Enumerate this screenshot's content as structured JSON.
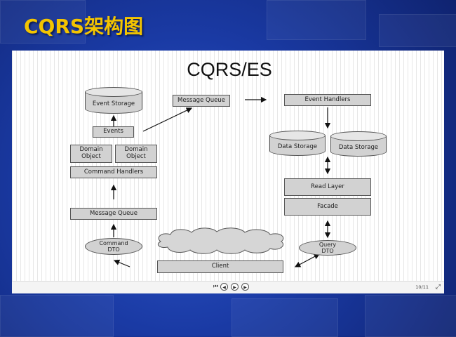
{
  "slide_title": "CQRS架构图",
  "diagram": {
    "title": "CQRS/ES",
    "event_storage": "Event Storage",
    "events": "Events",
    "domain_object_1": "Domain\nObject",
    "domain_object_2": "Domain\nObject",
    "command_handlers": "Command Handlers",
    "message_queue_left": "Message Queue",
    "command_dto": "Command\nDTO",
    "message_queue_top": "Message Queue",
    "event_handlers": "Event Handlers",
    "data_storage_1": "Data Storage",
    "data_storage_2": "Data Storage",
    "read_layer": "Read Layer",
    "facade": "Facade",
    "query_dto": "Query\nDTO",
    "client": "Client"
  },
  "viewer": {
    "page_indicator": "10/11",
    "icons": {
      "first": "skip-first-icon",
      "prev": "prev-icon",
      "play": "play-icon",
      "next": "next-icon",
      "fullscreen": "fullscreen-icon"
    }
  },
  "colors": {
    "title": "#f3c400",
    "box_fill": "#d2d2d2",
    "background": "#1a3aa4"
  }
}
